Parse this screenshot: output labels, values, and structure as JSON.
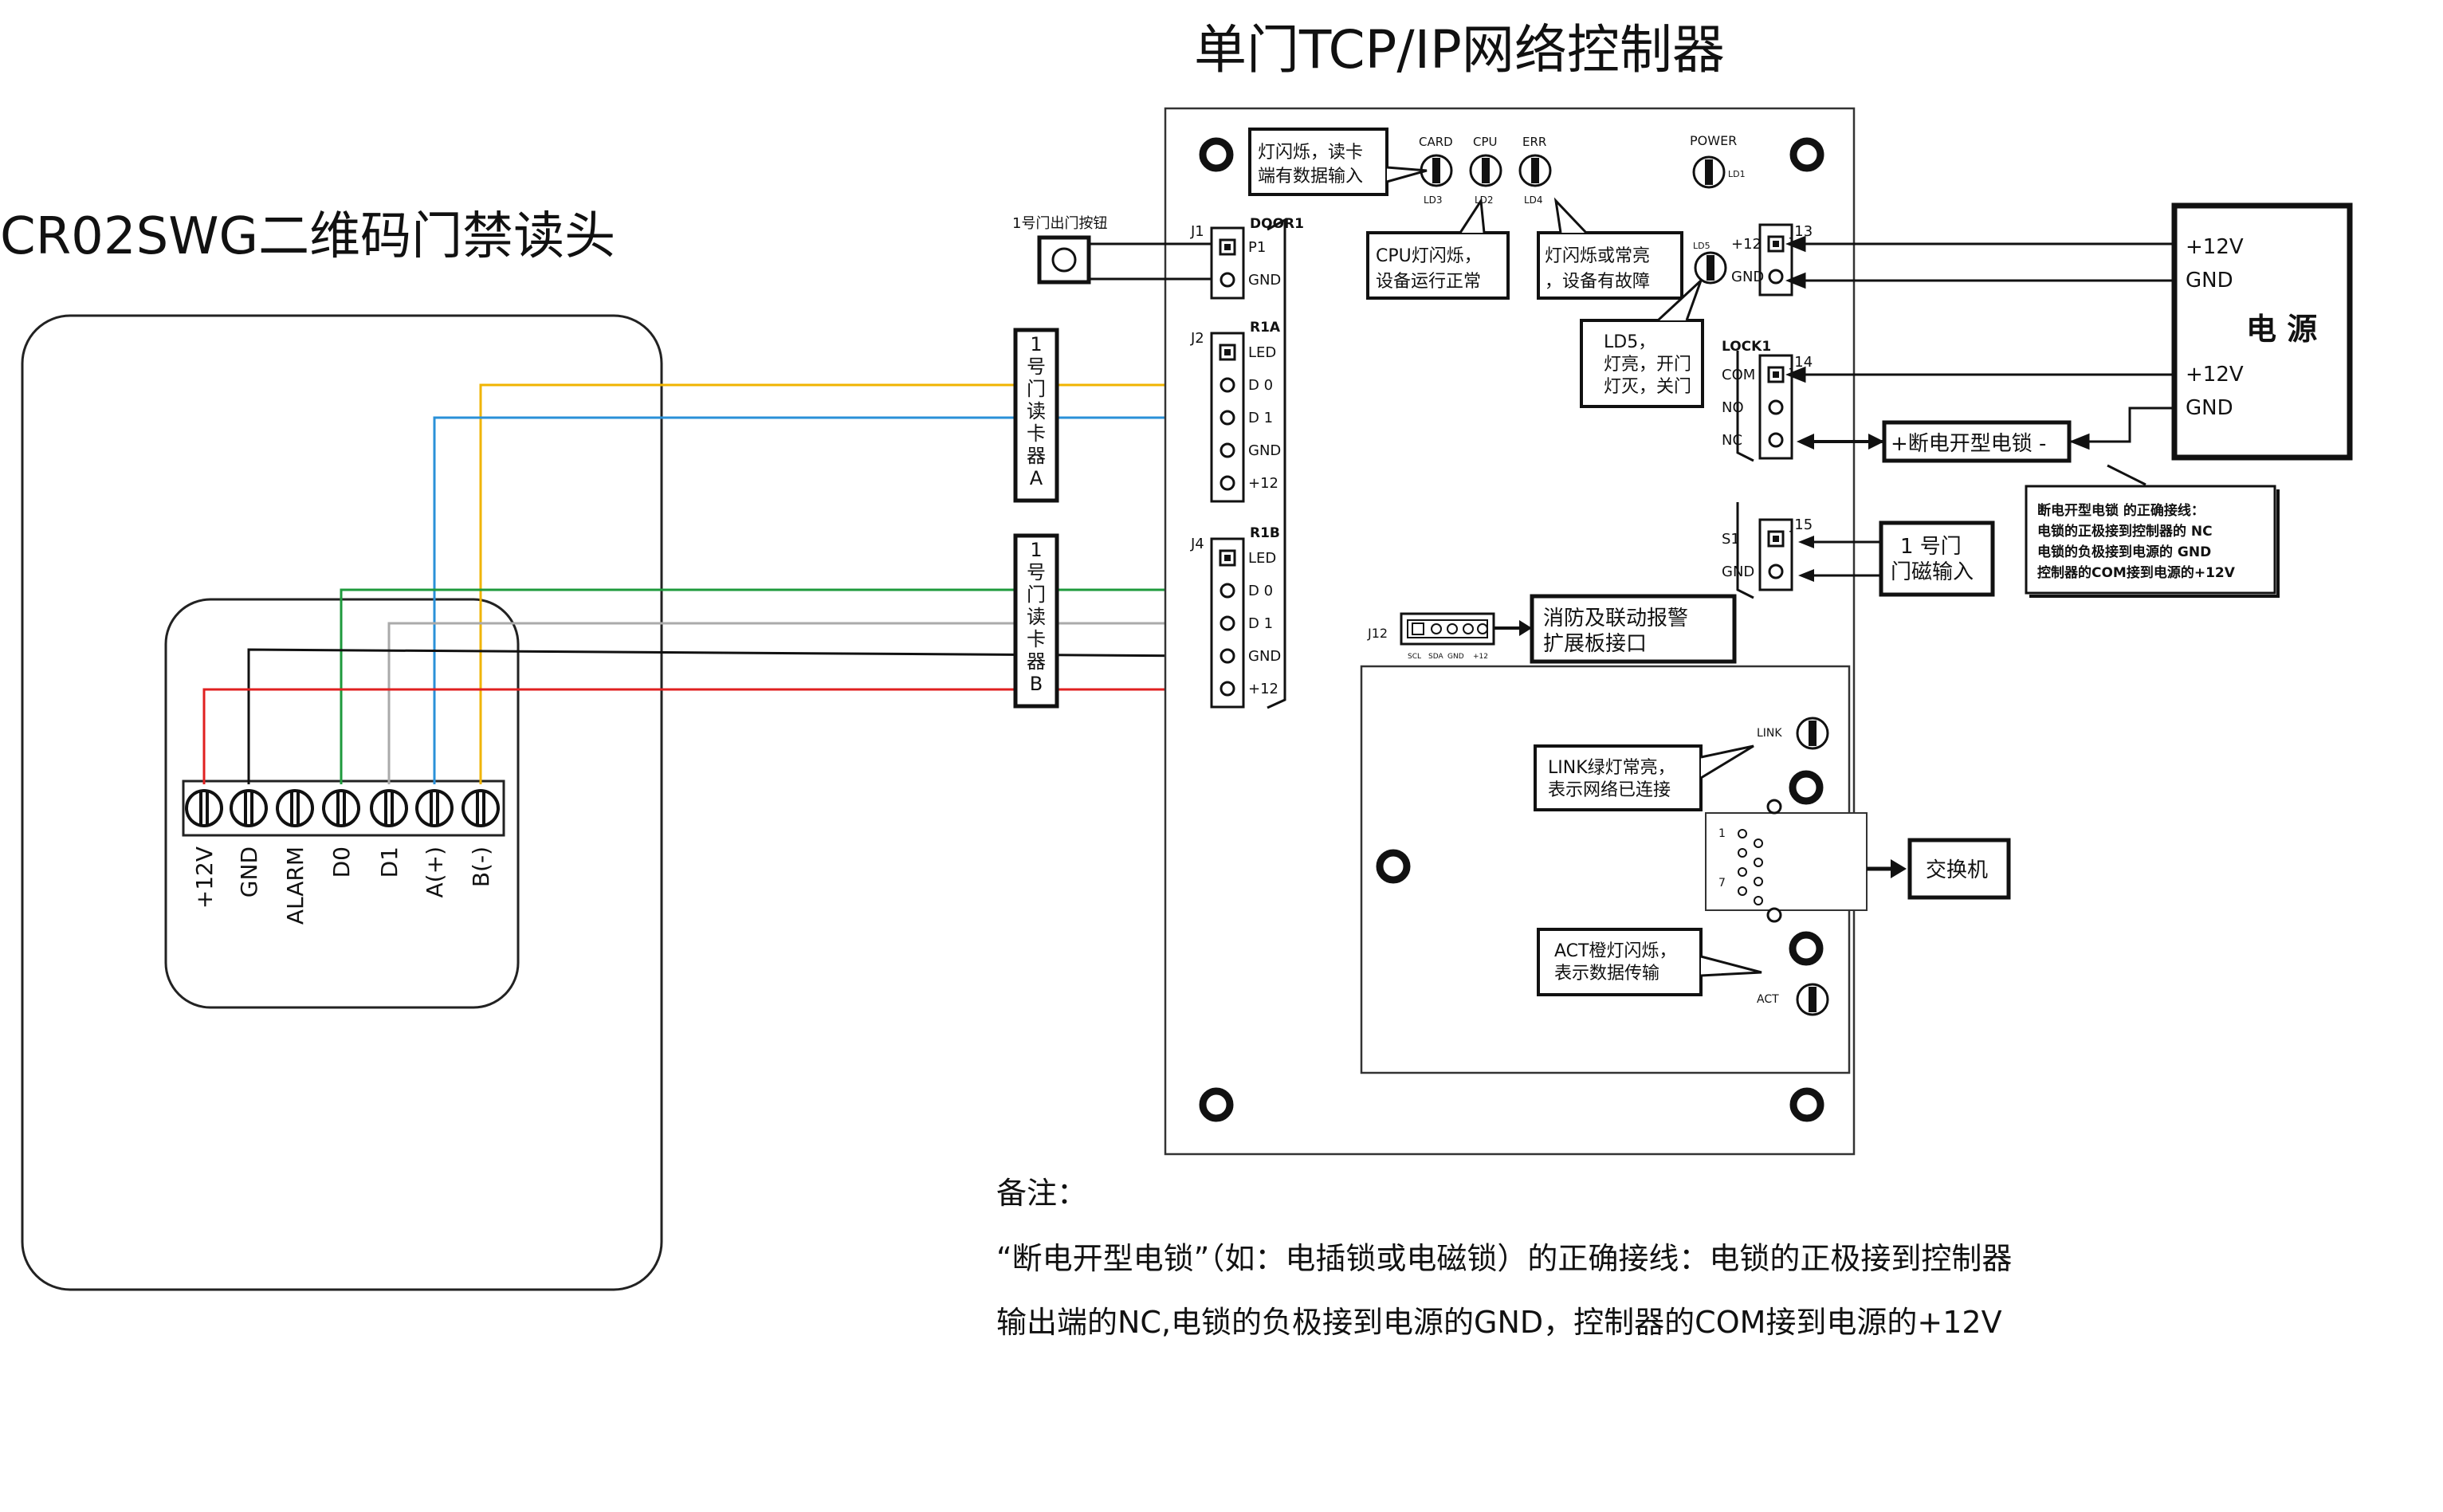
{
  "titles": {
    "controller": "单门TCP/IP网络控制器",
    "reader": "CR02SWG二维码门禁读头"
  },
  "reader_terminals": [
    "+12V",
    "GND",
    "ALARM",
    "D0",
    "D1",
    "A(+)",
    "B(-)"
  ],
  "wire_colors": {
    "yellow": "#f0b400",
    "blue": "#2a90d8",
    "green": "#1e9a3c",
    "gray": "#aaaaaa",
    "black": "#111111",
    "red": "#e02020"
  },
  "controller": {
    "leds": [
      "CARD",
      "CPU",
      "ERR",
      "POWER"
    ],
    "led_ids": [
      "LD3",
      "LD2",
      "LD4",
      "LD1",
      "LD5"
    ],
    "callouts": {
      "card": [
        "灯闪烁，读卡",
        "端有数据输入"
      ],
      "cpu": [
        "CPU灯闪烁，",
        "设备运行正常"
      ],
      "err": [
        "灯闪烁或常亮",
        "，设备有故障"
      ],
      "ld5": [
        "LD5，",
        "灯亮，开门",
        "灯灭，关门"
      ],
      "link": [
        "LINK绿灯常亮，",
        "表示网络已连接"
      ],
      "act": [
        "ACT橙灯闪烁，",
        "表示数据传输"
      ],
      "fire": [
        "消防及联动报警",
        "扩展板接口"
      ]
    },
    "door_button": "1号门出门按钮",
    "connectors": {
      "j1": {
        "id": "J1",
        "header": "DOOR1",
        "pins": [
          "P1",
          "GND"
        ]
      },
      "j2": {
        "id": "J2",
        "header": "R1A",
        "pins": [
          "LED",
          "D 0",
          "D 1",
          "GND",
          "+12"
        ]
      },
      "j4": {
        "id": "J4",
        "header": "R1B",
        "pins": [
          "LED",
          "D 0",
          "D 1",
          "GND",
          "+12"
        ]
      },
      "j13": {
        "id": "J13",
        "pins": [
          "+12",
          "GND"
        ]
      },
      "j14": {
        "id": "J14",
        "header": "LOCK1",
        "pins": [
          "COM",
          "NO",
          "NC"
        ]
      },
      "j15": {
        "id": "J15",
        "pins": [
          "S1",
          "GND"
        ]
      },
      "j12": {
        "id": "J12",
        "pins": [
          "SCL",
          "SDA",
          "GND",
          "+12"
        ]
      }
    },
    "reader_a": [
      "1",
      "号",
      "门",
      "读",
      "卡",
      "器",
      "A"
    ],
    "reader_b": [
      "1",
      "号",
      "门",
      "读",
      "卡",
      "器",
      "B"
    ],
    "door_sensor": [
      "1 号门",
      "门磁输入"
    ],
    "lock_label": "+断电开型电锁 -",
    "lock_note": [
      "断电开型电锁 的正确接线：",
      "电锁的正极接到控制器的 NC",
      "电锁的负极接到电源的 GND",
      "控制器的COM接到电源的+12V"
    ],
    "switch": "交换机",
    "link_label": "LINK",
    "act_label": "ACT",
    "rj45_pins": [
      "1",
      "7"
    ]
  },
  "power": {
    "title": "电 源",
    "terminals": [
      "+12V",
      "GND",
      "+12V",
      "GND"
    ]
  },
  "notes": {
    "heading": "备注：",
    "line1": "“断电开型电锁”（如：电插锁或电磁锁）的正确接线：电锁的正极接到控制器",
    "line2": "输出端的NC,电锁的负极接到电源的GND，控制器的COM接到电源的+12V"
  }
}
